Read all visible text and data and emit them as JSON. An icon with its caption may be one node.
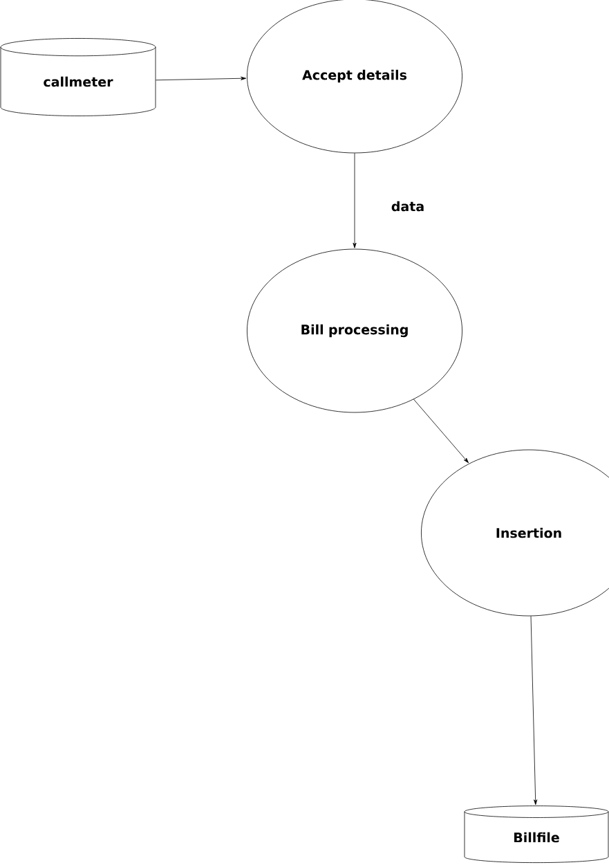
{
  "diagram": {
    "nodes": [
      {
        "text": [
          "callmeter"
        ]
      },
      {
        "text": [
          "Accept details"
        ]
      },
      {
        "text": [
          "Bill processing"
        ]
      },
      {
        "text": [
          "Insertion"
        ]
      },
      {
        "text": [
          "Billfile"
        ]
      }
    ],
    "edges": [
      {
        "from": 0,
        "to": 1,
        "arrow": "to"
      },
      {
        "from": 1,
        "to": 2,
        "arrow": "to",
        "label": "data"
      },
      {
        "from": 2,
        "to": 3,
        "arrow": "to"
      },
      {
        "from": 3,
        "to": 4,
        "arrow": "to"
      }
    ]
  }
}
